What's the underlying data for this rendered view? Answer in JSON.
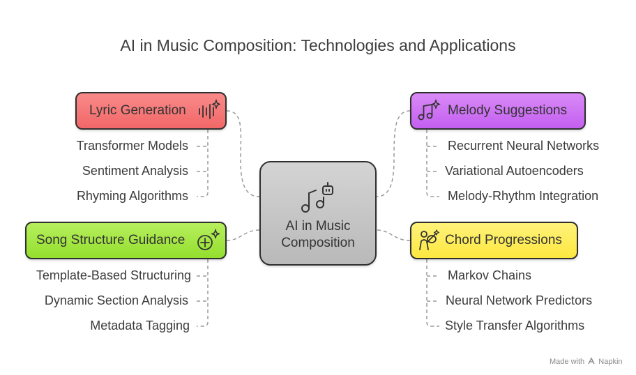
{
  "title": "AI in Music Composition: Technologies and Applications",
  "center": {
    "line1": "AI in Music",
    "line2": "Composition",
    "icon": "music-robot-icon"
  },
  "branches": {
    "lyric": {
      "label": "Lyric Generation",
      "color": "#f26767",
      "icon": "waveform-sparkle-icon",
      "items": [
        "Transformer Models",
        "Sentiment Analysis",
        "Rhyming Algorithms"
      ]
    },
    "melody": {
      "label": "Melody Suggestions",
      "color": "#c45ff0",
      "icon": "music-note-sparkle-icon",
      "items": [
        "Recurrent Neural Networks",
        "Variational Autoencoders",
        "Melody-Rhythm Integration"
      ]
    },
    "song": {
      "label": "Song Structure Guidance",
      "color": "#94df2e",
      "icon": "plus-sparkle-icon",
      "items": [
        "Template-Based Structuring",
        "Dynamic Section Analysis",
        "Metadata Tagging"
      ]
    },
    "chord": {
      "label": "Chord Progressions",
      "color": "#fde840",
      "icon": "guitarist-icon",
      "items": [
        "Markov Chains",
        "Neural Network Predictors",
        "Style Transfer Algorithms"
      ]
    }
  },
  "footer": {
    "text": "Made with",
    "brand": "Napkin"
  }
}
